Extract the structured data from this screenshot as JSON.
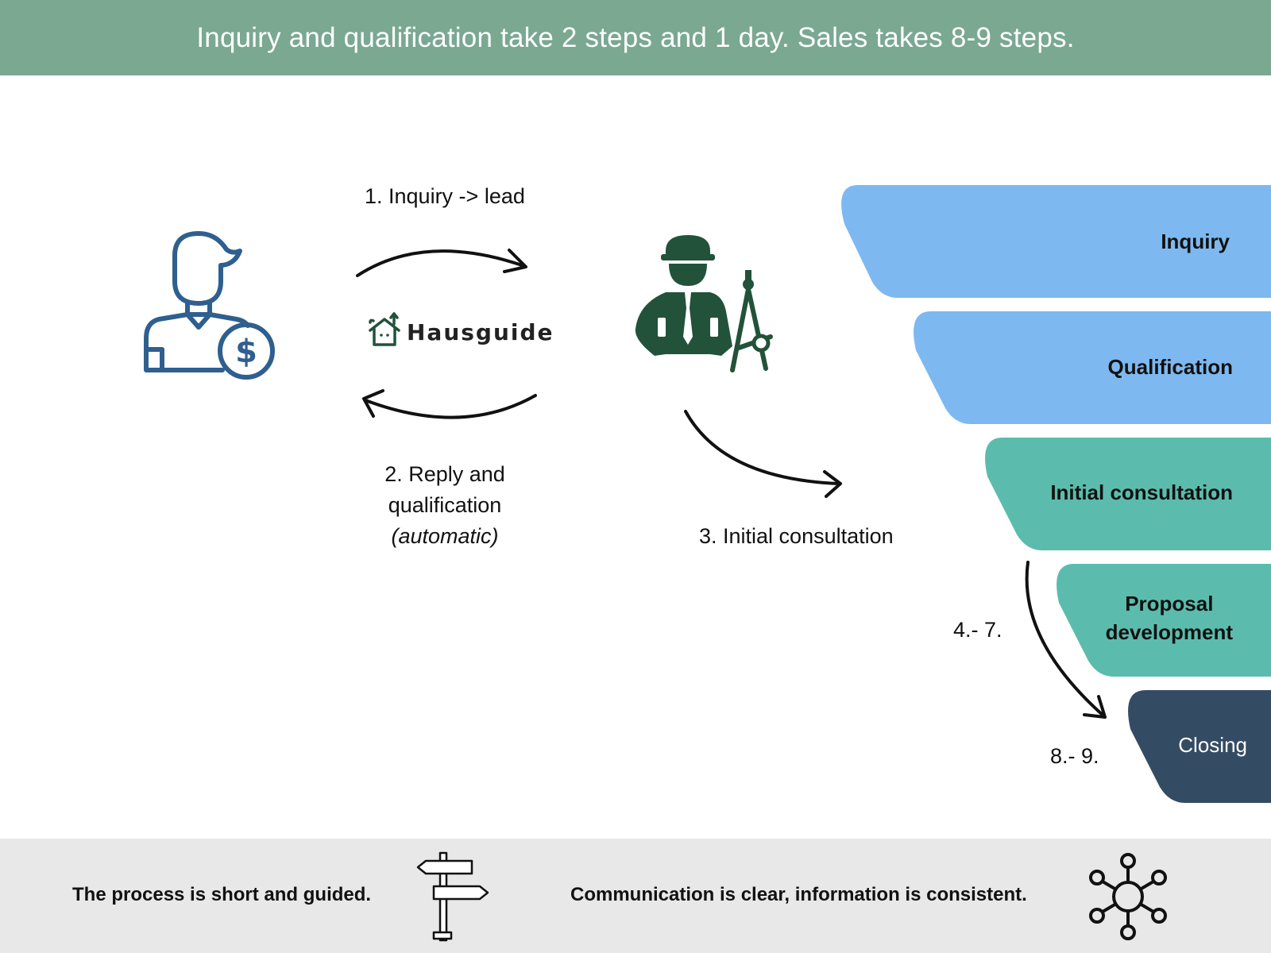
{
  "header": {
    "title": "Inquiry and qualification take 2 steps and 1 day. Sales takes 8-9 steps."
  },
  "flow": {
    "step1": "1. Inquiry -> lead",
    "step2_line1": "2. Reply and",
    "step2_line2": "qualification",
    "step2_line3": "(automatic)",
    "step3": "3. Initial consultation",
    "step4_7": "4.- 7.",
    "step8_9": "8.- 9.",
    "brand": "Hausguide"
  },
  "funnel": {
    "stages": [
      {
        "label": "Inquiry",
        "color": "#7db9f0"
      },
      {
        "label": "Qualification",
        "color": "#7db9f0"
      },
      {
        "label": "Initial consultation",
        "color": "#5bbcad"
      },
      {
        "label_line1": "Proposal",
        "label_line2": "development",
        "color": "#5bbcad"
      },
      {
        "label": "Closing",
        "color": "#344c63"
      }
    ]
  },
  "footer": {
    "left_text": "The process is short and guided.",
    "right_text": "Communication is clear, information is consistent."
  },
  "colors": {
    "header_bg": "#7aa891",
    "customer_icon": "#2f5f8f",
    "architect_icon": "#22523a",
    "footer_bg": "#e8e8e8"
  },
  "icons": [
    "customer-icon",
    "house-logo-icon",
    "architect-icon",
    "signpost-icon",
    "network-icon"
  ]
}
